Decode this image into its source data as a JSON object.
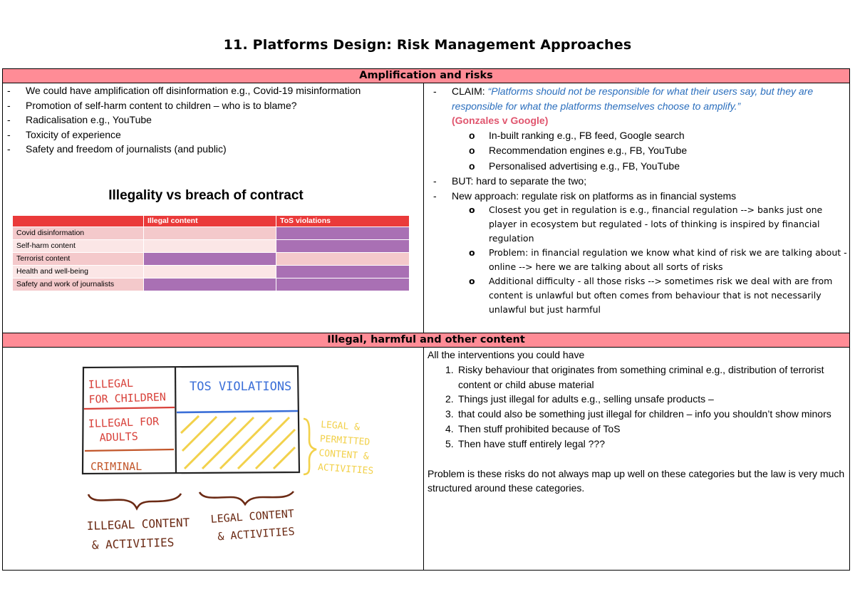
{
  "page": {
    "title": "11. Platforms Design: Risk Management Approaches"
  },
  "section1": {
    "header": "Amplification and risks",
    "left_items": [
      "We could have amplification off disinformation e.g., Covid-19 misinformation",
      "Promotion of self-harm content to children – who is to blame?",
      "Radicalisation e.g., YouTube",
      "Toxicity of experience",
      "Safety and freedom of journalists (and public)"
    ],
    "slide": {
      "title": "Illegality vs breach of contract",
      "columns": [
        "",
        "Illegal content",
        "ToS violations"
      ],
      "rows": [
        {
          "label": "Covid disinformation",
          "illegal": false,
          "tos": true
        },
        {
          "label": "Self-harm content",
          "illegal": false,
          "tos": true
        },
        {
          "label": "Terrorist content",
          "illegal": true,
          "tos": false
        },
        {
          "label": "Health and well-being",
          "illegal": false,
          "tos": true
        },
        {
          "label": "Safety and work of journalists",
          "illegal": true,
          "tos": true
        }
      ],
      "colors": {
        "header": "#ea3a3a",
        "row_dark": "#f4c9cb",
        "row_light": "#fbe6e6",
        "violation": "#a970b4"
      }
    },
    "right": {
      "claim_prefix": "CLAIM: ",
      "claim_quote": "“Platforms should not be responsible for what their users say, but they are responsible for what the platforms themselves choose to amplify.”",
      "claim_source": "(Gonzales v Google)",
      "claim_sub": [
        "In-built ranking e.g., FB feed, Google search",
        "Recommendation engines e.g., FB, YouTube",
        "Personalised advertising e.g., FB, YouTube"
      ],
      "but_item": "BUT: hard to separate the two;",
      "new_item": "New approach: regulate risk on platforms as in financial systems",
      "new_sub": [
        "Closest you get in regulation is e.g., financial regulation --> banks just one player in ecosystem but regulated - lots of thinking is inspired by financial regulation",
        "Problem: in financial regulation we know what kind of risk we are talking about - online --> here we are talking about all sorts of risks",
        "Additional difficulty - all those risks --> sometimes risk we deal with are from content is unlawful but often comes from behaviour that is not necessarily unlawful but just harmful"
      ]
    }
  },
  "section2": {
    "header": "Illegal, harmful and other content",
    "sketch": {
      "labels": {
        "illegal_children": "ILLEGAL FOR CHILDREN",
        "tos": "TOS VIOLATIONS",
        "illegal_adults": "ILLEGAL FOR ADULTS",
        "criminal": "CRIMINAL",
        "legal_permitted": "LEGAL & PERMITTED CONTENT & ACTIVITIES",
        "illegal_content": "ILLEGAL CONTENT & ACTIVITIES",
        "legal_content": "LEGAL CONTENT & ACTIVITIES"
      },
      "colors": {
        "red": "#d8413a",
        "blue": "#3b6fd8",
        "yellow": "#f2d14b",
        "brown": "#6b2a14",
        "orange": "#c2562a",
        "ink": "#222222"
      }
    },
    "intro": "All the interventions you could have",
    "items": [
      "Risky behaviour that originates from something criminal e.g., distribution of terrorist content or child abuse material",
      "Things just illegal for adults e.g., selling unsafe products –",
      "that could also be something just illegal for children – info you shouldn’t show minors",
      "Then stuff prohibited because of ToS",
      "Then have stuff entirely legal ???"
    ],
    "item_numbers": [
      "1.",
      "2.",
      "3.",
      "4.",
      "5."
    ],
    "problem": "Problem is these risks do not always map up well on these categories but the law is very much structured around these categories."
  }
}
